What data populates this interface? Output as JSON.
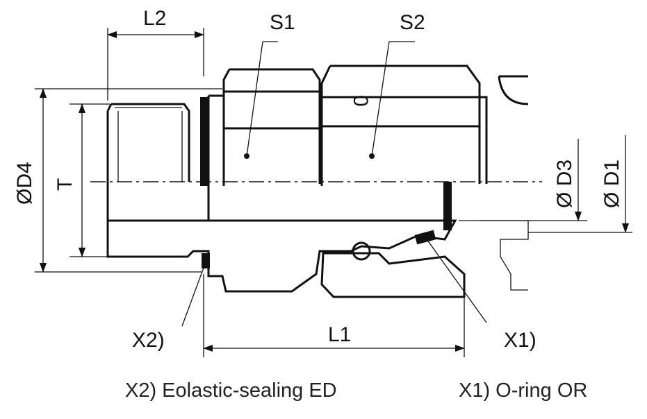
{
  "labels": {
    "l2": "L2",
    "s1": "S1",
    "s2": "S2",
    "d4": "ØD4",
    "t": "T",
    "d3": "Ø D3",
    "d1": "Ø D1",
    "x2": "X2)",
    "l1": "L1",
    "x1": "X1)",
    "nut_mark": "0"
  },
  "captions": {
    "x2": "X2) Eolastic-sealing ED",
    "x1": "X1) O-ring OR"
  }
}
